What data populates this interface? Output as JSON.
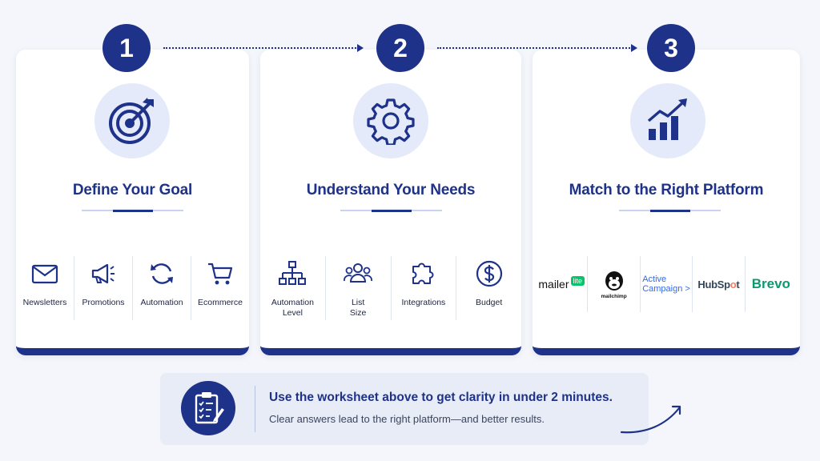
{
  "steps": [
    {
      "number": "1",
      "title": "Define Your Goal",
      "icon": "target-icon",
      "items": [
        {
          "label": "Newsletters",
          "icon": "envelope-icon"
        },
        {
          "label": "Promotions",
          "icon": "megaphone-icon"
        },
        {
          "label": "Automation",
          "icon": "refresh-icon"
        },
        {
          "label": "Ecommerce",
          "icon": "cart-icon"
        }
      ]
    },
    {
      "number": "2",
      "title": "Understand Your Needs",
      "icon": "gear-icon",
      "items": [
        {
          "label": "Automation\nLevel",
          "icon": "hierarchy-icon"
        },
        {
          "label": "List\nSize",
          "icon": "people-icon"
        },
        {
          "label": "Integrations",
          "icon": "puzzle-icon"
        },
        {
          "label": "Budget",
          "icon": "dollar-icon"
        }
      ]
    },
    {
      "number": "3",
      "title": "Match to the Right Platform",
      "icon": "growth-chart-icon",
      "platforms": [
        {
          "name": "mailer",
          "badge": "lite"
        },
        {
          "name": "mailchimp"
        },
        {
          "name": "Active\nCampaign >"
        },
        {
          "name": "HubSpot"
        },
        {
          "name": "Brevo"
        }
      ]
    }
  ],
  "callout": {
    "icon": "clipboard-checklist-icon",
    "title": "Use the worksheet above to get clarity in under 2 minutes.",
    "subtitle": "Clear answers lead to the right platform—and better results."
  },
  "colors": {
    "primary": "#1e3289",
    "icon_bg": "#e4eafa",
    "page_bg": "#f4f6fb"
  }
}
